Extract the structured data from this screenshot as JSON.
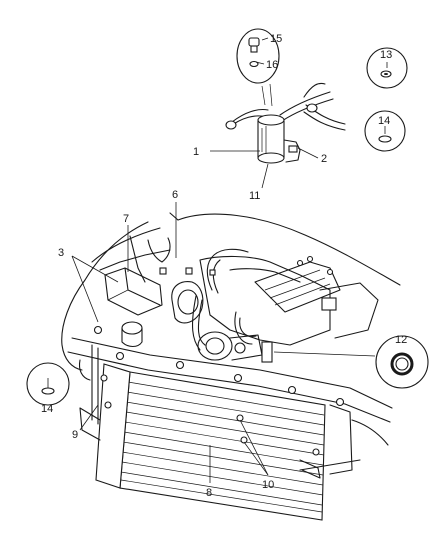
{
  "diagram": {
    "colors": {
      "line": "#1a1a1a",
      "background": "#ffffff"
    },
    "callouts": [
      {
        "id": "c15",
        "label": "15"
      },
      {
        "id": "c16",
        "label": "16"
      },
      {
        "id": "c13",
        "label": "13"
      },
      {
        "id": "c14a",
        "label": "14"
      },
      {
        "id": "c1",
        "label": "1"
      },
      {
        "id": "c2",
        "label": "2"
      },
      {
        "id": "c11",
        "label": "11"
      },
      {
        "id": "c6",
        "label": "6"
      },
      {
        "id": "c7",
        "label": "7"
      },
      {
        "id": "c3",
        "label": "3"
      },
      {
        "id": "c12",
        "label": "12"
      },
      {
        "id": "c14b",
        "label": "14"
      },
      {
        "id": "c9",
        "label": "9"
      },
      {
        "id": "c10",
        "label": "10"
      },
      {
        "id": "c8",
        "label": "8"
      }
    ]
  }
}
